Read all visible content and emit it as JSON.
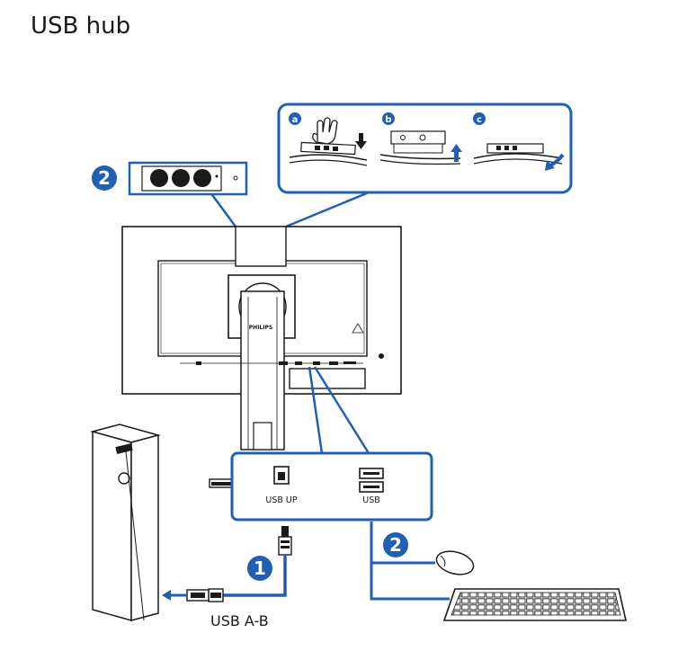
{
  "title": "USB hub",
  "labels": {
    "usb_up": "USB UP",
    "usb": "USB",
    "cable": "USB A-B",
    "brand": "PHILIPS"
  },
  "steps": {
    "a": "a",
    "b": "b",
    "c": "c",
    "hub_number": "2",
    "cable_number": "1",
    "peripheral_number": "2"
  },
  "colors": {
    "accent": "#1f5fb4",
    "line": "#1a1a1a"
  },
  "icons": [
    "hand-press-icon",
    "arrow-down-icon",
    "arrow-up-icon",
    "curved-arrow-icon",
    "mouse-icon",
    "keyboard-icon",
    "usb-b-port-icon",
    "usb-a-port-icon",
    "usb-plug-icon"
  ]
}
